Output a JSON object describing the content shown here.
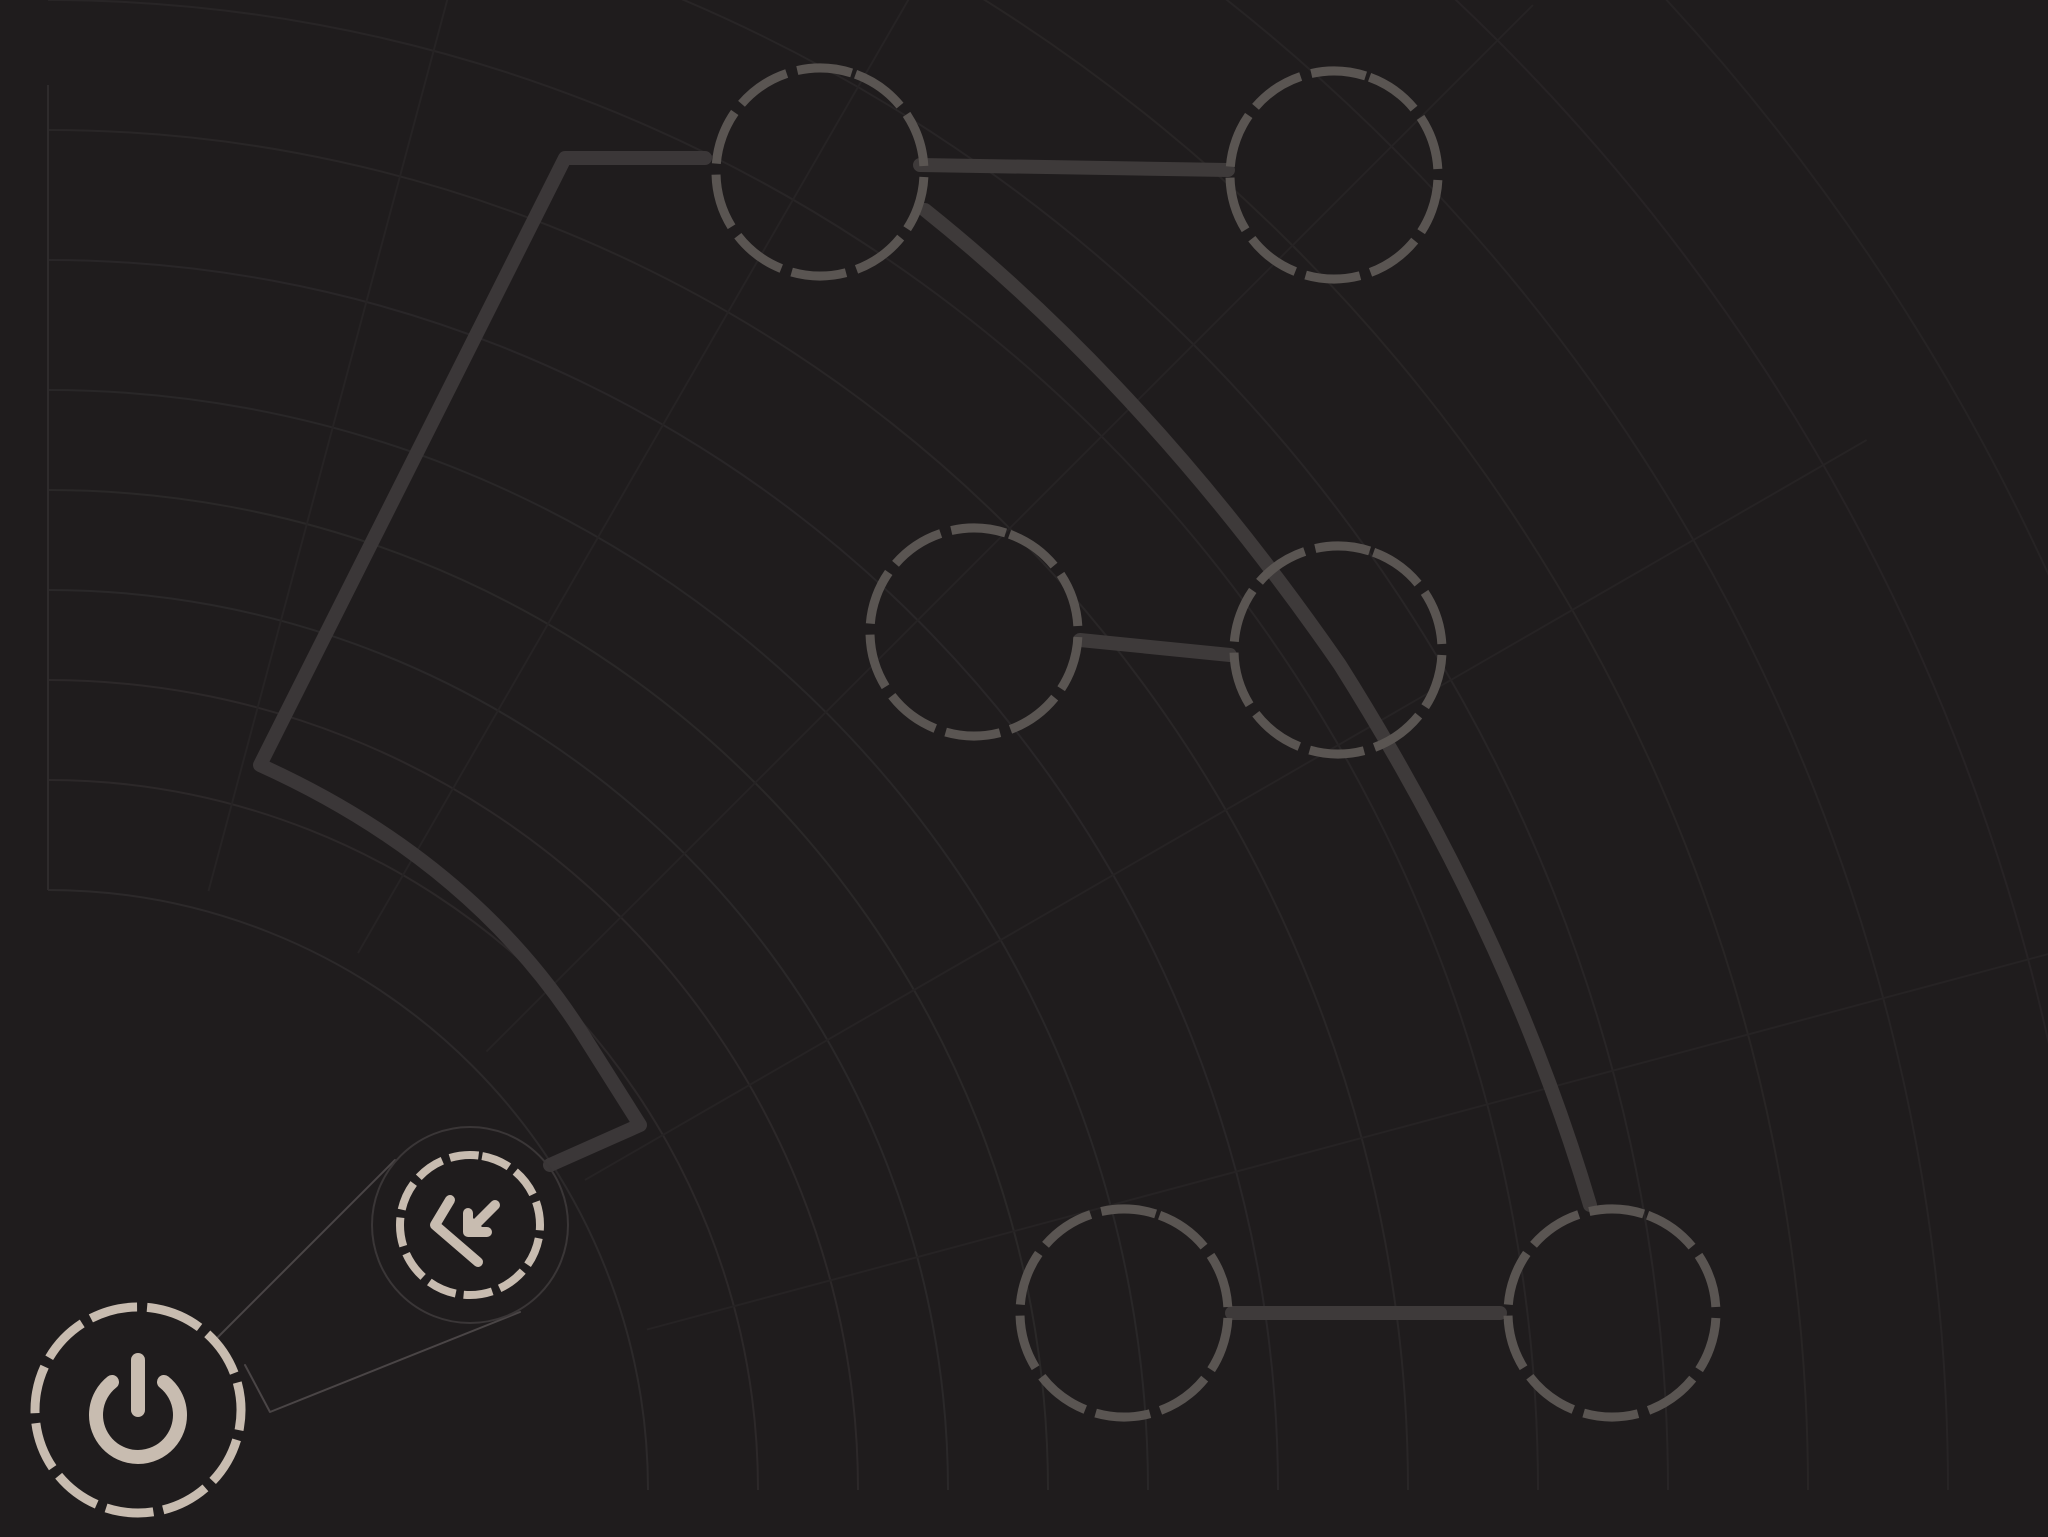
{
  "theme": {
    "background": "#1f1c1d",
    "grid_line": "#2c292a",
    "path_line": "#3a3637",
    "node_ring": "#5a5552",
    "button_ring": "#c8bcb0",
    "button_fill": "#1f1c1d"
  },
  "controls": {
    "power_button": {
      "icon": "power-icon"
    },
    "back_button": {
      "icon": "back-arrow-icon"
    }
  },
  "map": {
    "nodes": [
      {
        "id": "node-top-left"
      },
      {
        "id": "node-top-right"
      },
      {
        "id": "node-middle-left"
      },
      {
        "id": "node-middle-right"
      },
      {
        "id": "node-bottom-left"
      },
      {
        "id": "node-bottom-right"
      }
    ]
  }
}
